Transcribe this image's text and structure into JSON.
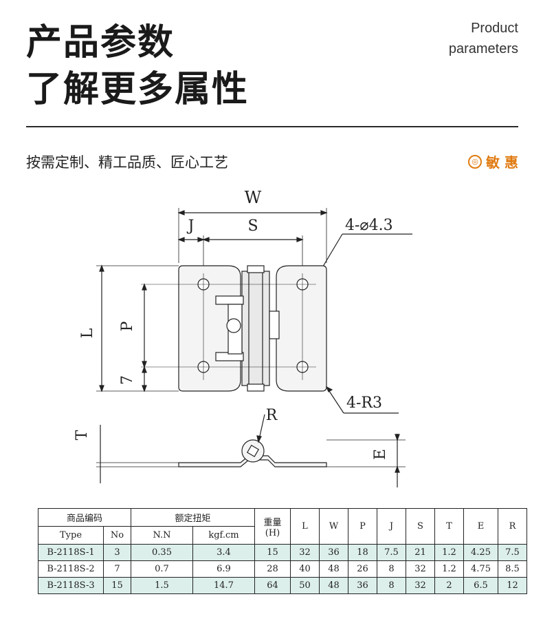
{
  "header": {
    "title_line1": "产品参数",
    "title_line2": "了解更多属性",
    "en_line1": "Product",
    "en_line2": "parameters"
  },
  "subtitle": "按需定制、精工品质、匠心工艺",
  "brand": {
    "icon": "brand-logo-icon",
    "name": "敏 惠",
    "color": "#e07b12"
  },
  "drawing": {
    "labels": {
      "W": "W",
      "J": "J",
      "S": "S",
      "hole": "4-⌀4.3",
      "L": "L",
      "P": "P",
      "seven": "7",
      "radius": "4-R3",
      "R": "R",
      "T": "T",
      "E": "E"
    }
  },
  "table": {
    "group_headers": {
      "code": "商品编码",
      "torque": "额定扭矩",
      "weight": "重量",
      "weight_unit": "(H)"
    },
    "sub_headers": [
      "Type",
      "No",
      "N.N",
      "kgf.cm"
    ],
    "dim_headers": [
      "L",
      "W",
      "P",
      "J",
      "S",
      "T",
      "E",
      "R"
    ],
    "rows": [
      [
        "B-2118S-1",
        "3",
        "0.35",
        "3.4",
        "15",
        "32",
        "36",
        "18",
        "7.5",
        "21",
        "1.2",
        "4.25",
        "7.5"
      ],
      [
        "B-2118S-2",
        "7",
        "0.7",
        "6.9",
        "28",
        "40",
        "48",
        "26",
        "8",
        "32",
        "1.2",
        "4.75",
        "8.5"
      ],
      [
        "B-2118S-3",
        "15",
        "1.5",
        "14.7",
        "64",
        "50",
        "48",
        "36",
        "8",
        "32",
        "2",
        "6.5",
        "12"
      ]
    ],
    "row_shading": [
      true,
      false,
      true
    ],
    "shade_color": "#dcefeb"
  }
}
